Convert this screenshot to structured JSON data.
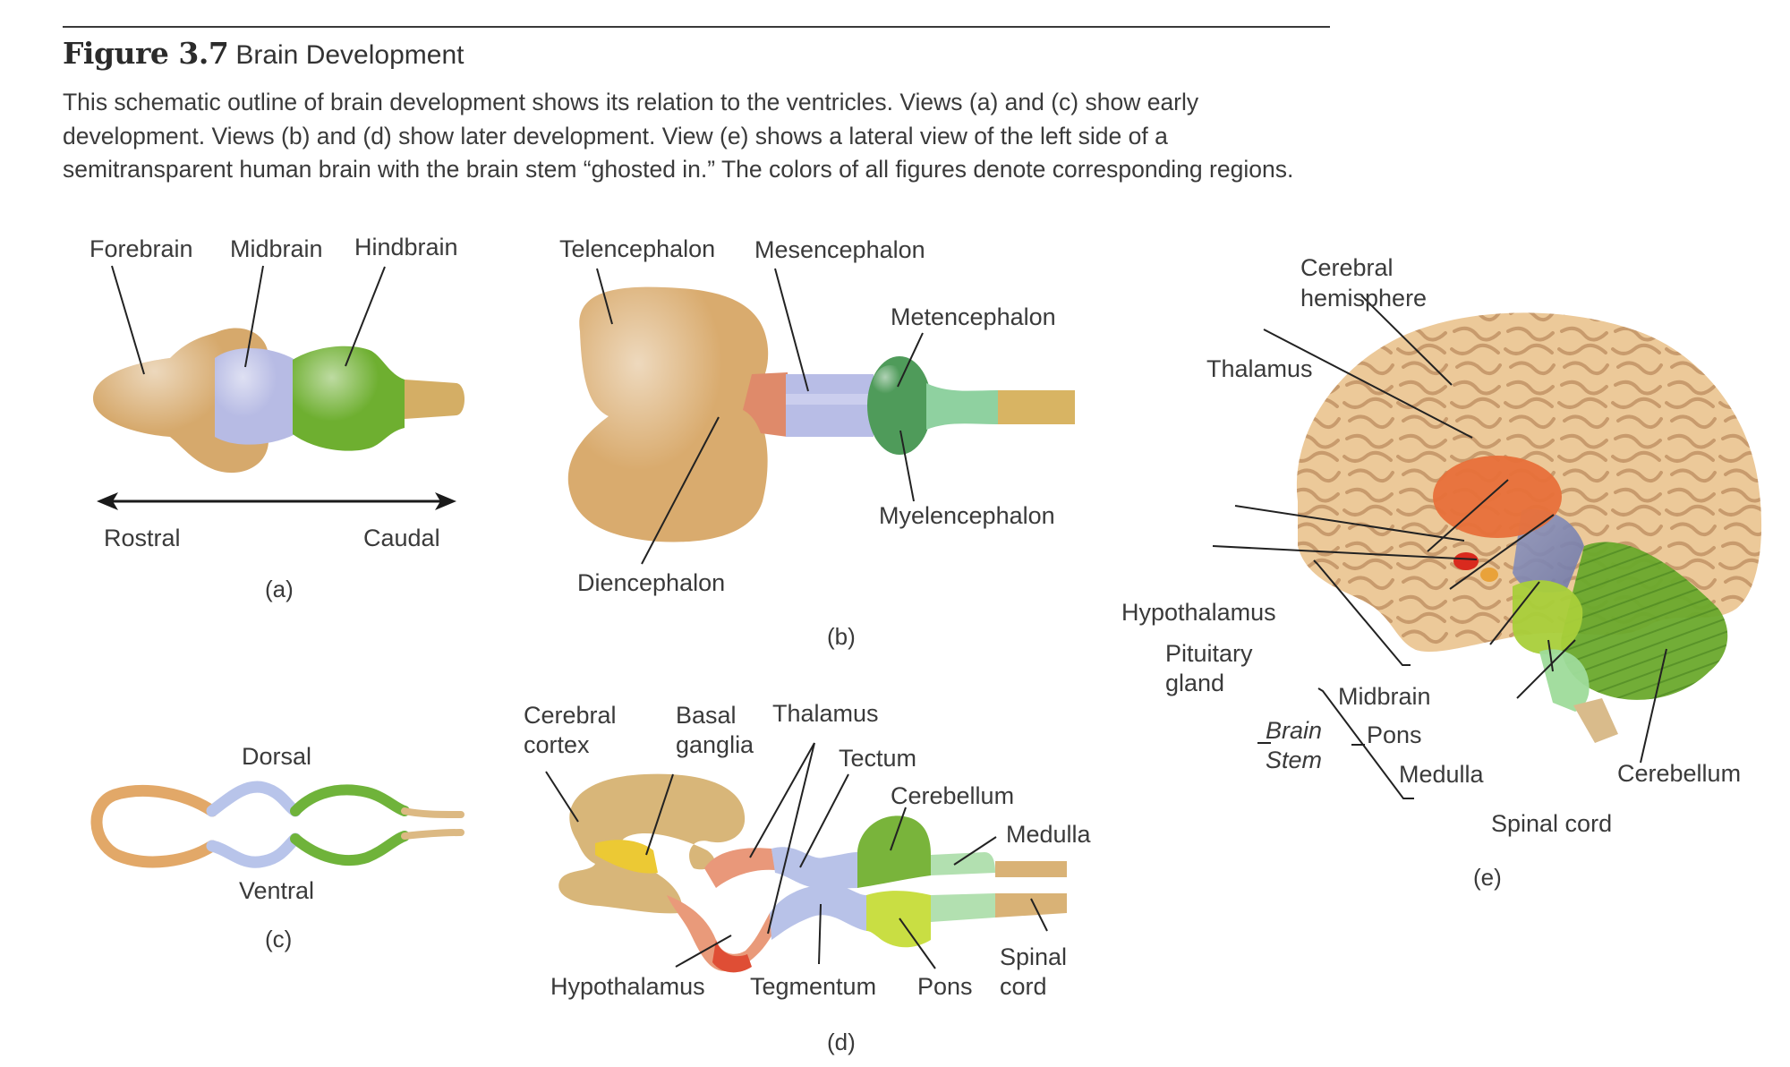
{
  "figure": {
    "number": "Figure 3.7",
    "title": "Brain Development",
    "caption": "This schematic outline of brain development shows its relation to the ventricles. Views (a) and (c) show early development. Views (b) and (d) show later development. View (e) shows a lateral view of the left side of a semitransparent human brain with the brain stem “ghosted in.” The colors of all figures denote corresponding regions."
  },
  "colors": {
    "forebrain_tan": "#d9ae73",
    "midbrain_lavender": "#b9bde6",
    "hindbrain_green": "#6aab2e",
    "spinal_tan": "#d8b36a",
    "diencephalon_salmon": "#e08a68",
    "metencephalon_green": "#4f9a5a",
    "myelencephalon_mint": "#8fd0a0",
    "basal_ganglia_yellow": "#ecc936",
    "hypothalamus_red": "#df4b32",
    "pons_yellowgreen": "#c7dc3f",
    "thalamus_orange": "#e8703a",
    "brain_beige": "#ecc89a"
  },
  "panels": {
    "a": {
      "letter": "(a)",
      "labels": {
        "forebrain": "Forebrain",
        "midbrain": "Midbrain",
        "hindbrain": "Hindbrain"
      },
      "axis": {
        "rostral": "Rostral",
        "caudal": "Caudal"
      }
    },
    "b": {
      "letter": "(b)",
      "labels": {
        "telencephalon": "Telencephalon",
        "mesencephalon": "Mesencephalon",
        "metencephalon": "Metencephalon",
        "myelencephalon": "Myelencephalon",
        "diencephalon": "Diencephalon"
      }
    },
    "c": {
      "letter": "(c)",
      "labels": {
        "dorsal": "Dorsal",
        "ventral": "Ventral"
      }
    },
    "d": {
      "letter": "(d)",
      "labels": {
        "cerebral_cortex_1": "Cerebral",
        "cerebral_cortex_2": "cortex",
        "basal_ganglia_1": "Basal",
        "basal_ganglia_2": "ganglia",
        "thalamus": "Thalamus",
        "tectum": "Tectum",
        "cerebellum": "Cerebellum",
        "medulla": "Medulla",
        "hypothalamus": "Hypothalamus",
        "tegmentum": "Tegmentum",
        "pons": "Pons",
        "spinal_cord_1": "Spinal",
        "spinal_cord_2": "cord"
      }
    },
    "e": {
      "letter": "(e)",
      "labels": {
        "cerebral_hemisphere_1": "Cerebral",
        "cerebral_hemisphere_2": "hemisphere",
        "thalamus": "Thalamus",
        "hypothalamus": "Hypothalamus",
        "pituitary_1": "Pituitary",
        "pituitary_2": "gland",
        "midbrain": "Midbrain",
        "pons": "Pons",
        "medulla": "Medulla",
        "brain_stem_1": "Brain",
        "brain_stem_2": "Stem",
        "cerebellum": "Cerebellum",
        "spinal_cord": "Spinal cord"
      }
    }
  }
}
